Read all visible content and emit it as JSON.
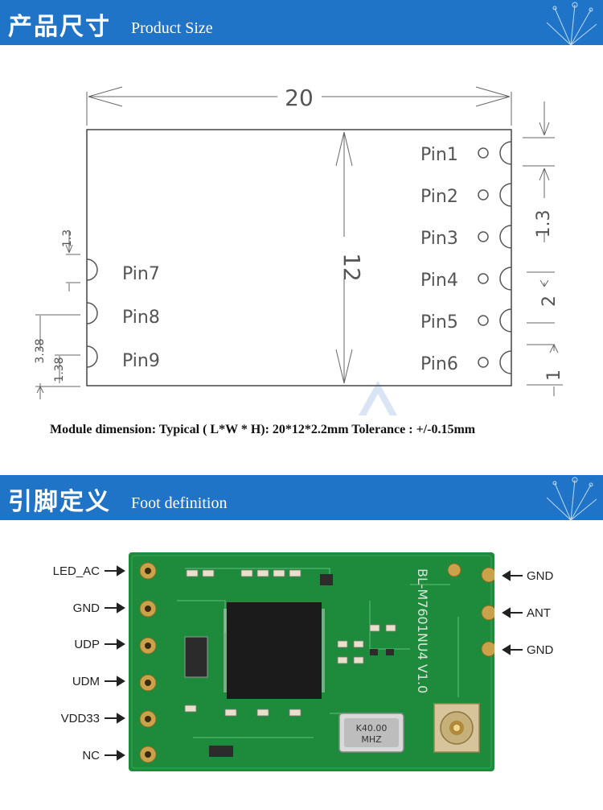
{
  "section_size": {
    "title_cn": "产品尺寸",
    "title_en": "Product Size"
  },
  "drawing": {
    "width_label": "20",
    "height_label": "12",
    "right_pins": [
      "Pin1",
      "Pin2",
      "Pin3",
      "Pin4",
      "Pin5",
      "Pin6"
    ],
    "left_pins": [
      "Pin7",
      "Pin8",
      "Pin9"
    ],
    "dim_right_pitch": "1.3",
    "dim_right_2": "2",
    "dim_right_1": "1",
    "dim_left_1_3": "1.3",
    "dim_left_3_38": "3.38",
    "dim_left_1_38": "1.38"
  },
  "caption": "Module dimension: Typical ( L*W * H): 20*12*2.2mm Tolerance : +/-0.15mm",
  "section_foot": {
    "title_cn": "引脚定义",
    "title_en": "Foot definition"
  },
  "board": {
    "left_pins": [
      "LED_AC",
      "GND",
      "UDP",
      "UDM",
      "VDD33",
      "NC"
    ],
    "right_pins": [
      "GND",
      "ANT",
      "GND"
    ],
    "silk_text": "BL-M7601NU4 V1.0",
    "crystal_text_1": "K40.00",
    "crystal_text_2": "MHZ",
    "colors": {
      "pcb": "#1e8a3c",
      "banner": "#1f74c8"
    }
  }
}
